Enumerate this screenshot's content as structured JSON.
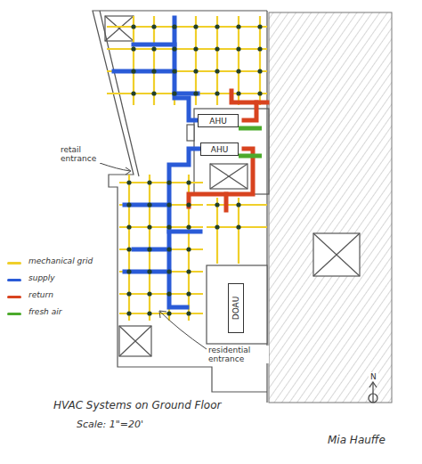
{
  "diagram": {
    "title": "HVAC Systems on Ground Floor",
    "nodes": [
      {
        "text": [
          "AHU"
        ]
      },
      {
        "text": [
          "AHU"
        ]
      },
      {
        "text": [
          "DOAU"
        ]
      }
    ],
    "labels": [
      "retail entrance",
      "residential entrance",
      "Scale: 1\"=20'",
      "N",
      "Mia Hauffe"
    ],
    "legend": [
      {
        "text": "mechanical grid",
        "color": "#f0cf2a"
      },
      {
        "text": "supply",
        "color": "#2a5bd7"
      },
      {
        "text": "return",
        "color": "#d8431f"
      },
      {
        "text": "fresh air",
        "color": "#4caa2c"
      }
    ]
  }
}
